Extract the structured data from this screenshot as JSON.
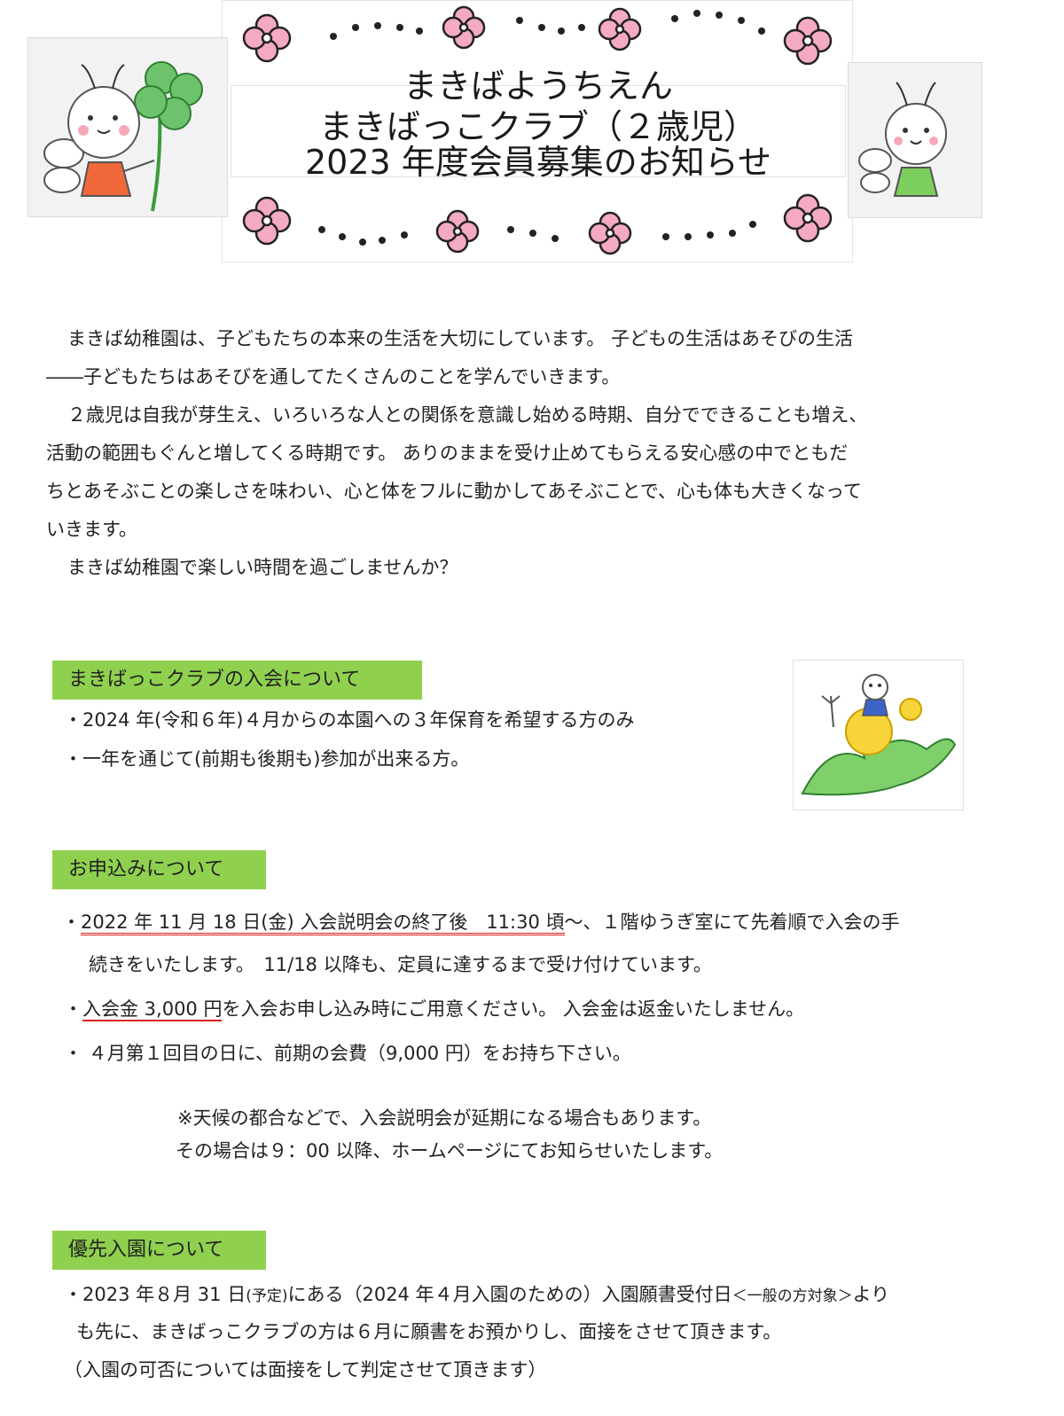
{
  "header": {
    "title_line1": "まきばようちえん",
    "title_line2": "まきばっこクラブ（２歳児）",
    "title_line3": "2023 年度会員募集のお知らせ"
  },
  "intro": {
    "p1_line1": "まきば幼稚園は、子どもたちの本来の生活を大切にしています。 子どもの生活はあそびの生活",
    "p1_line2": "――子どもたちはあそびを通してたくさんのことを学んでいきます。",
    "p2_line1": "２歳児は自我が芽生え、いろいろな人との関係を意識し始める時期、自分でできることも増え、",
    "p2_line2": "活動の範囲もぐんと増してくる時期です。 ありのままを受け止めてもらえる安心感の中でともだ",
    "p2_line3": "ちとあそぶことの楽しさを味わい、心と体をフルに動かしてあそぶことで、心も体も大きくなって",
    "p2_line4": "いきます。",
    "p3_line1": "まきば幼稚園で楽しい時間を過ごしませんか？"
  },
  "section_membership": {
    "heading": "まきばっこクラブの入会について",
    "bullet1": "・2024 年(令和６年)４月からの本園への３年保育を希望する方のみ",
    "bullet2": "・一年を通じて(前期も後期も)参加が出来る方。"
  },
  "section_application": {
    "heading": "お申込みについて",
    "b1_prefix": "・",
    "b1_underlined": "2022 年 11 月 18 日(金) 入会説明会の終了後　11:30 頃",
    "b1_rest": "〜、１階ゆうぎ室にて先着順で入会の手",
    "b1_line2": "続きをいたします。　11/18 以降も、定員に達するまで受け付けています。",
    "b2_prefix": "・",
    "b2_underlined": "入会金 3,000 円",
    "b2_rest": "を入会お申し込み時にご用意ください。 入会金は返金いたしません。",
    "b3": "・ ４月第１回目の日に、前期の会費（9,000 円）をお持ち下さい。",
    "note_line1": "※天候の都合などで、入会説明会が延期になる場合もあります。",
    "note_line2": "その場合は９：00 以降、ホームページにてお知らせいたします。"
  },
  "section_priority": {
    "heading": "優先入園について",
    "b1_part1": "・2023 年８月 31 日",
    "b1_small1": "(予定)",
    "b1_part2": "にある（2024 年４月入園のための）入園願書受付日",
    "b1_small2": "＜一般の方対象＞",
    "b1_part3": "より",
    "b1_line2": "も先に、まきばっこクラブの方は６月に願書をお預かりし、面接をさせて頂きます。",
    "b1_line3": "（入園の可否については面接をして判定させて頂きます）"
  },
  "colors": {
    "section_heading_bg": "#8fd14f",
    "flower_pink": "#f4a9c4",
    "underline_red": "#d62020"
  }
}
